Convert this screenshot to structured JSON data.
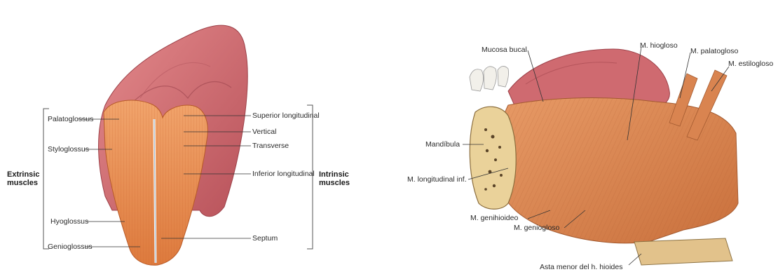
{
  "left_figure": {
    "extrinsic_group": "Extrinsic muscles",
    "intrinsic_group": "Intrinsic muscles",
    "extrinsic_labels": [
      "Palatoglossus",
      "Styloglossus",
      "Hyoglossus",
      "Genioglossus"
    ],
    "intrinsic_labels": [
      "Superior longitudinal",
      "Vertical",
      "Transverse",
      "Inferior longitudinal"
    ],
    "septum_label": "Septum"
  },
  "right_figure": {
    "labels": [
      "Mucosa bucal",
      "M. hiogloso",
      "M. palatogloso",
      "M. estilogloso",
      "Mandíbula",
      "M. longitudinal inf.",
      "M. genihioideo",
      "M. geniogloso",
      "Asta menor del h. hioides"
    ]
  },
  "colors": {
    "tongue_mucosa": "#cf6a70",
    "muscle": "#e58a4e",
    "bone": "#e9cf8a",
    "leader_line": "#333333"
  }
}
